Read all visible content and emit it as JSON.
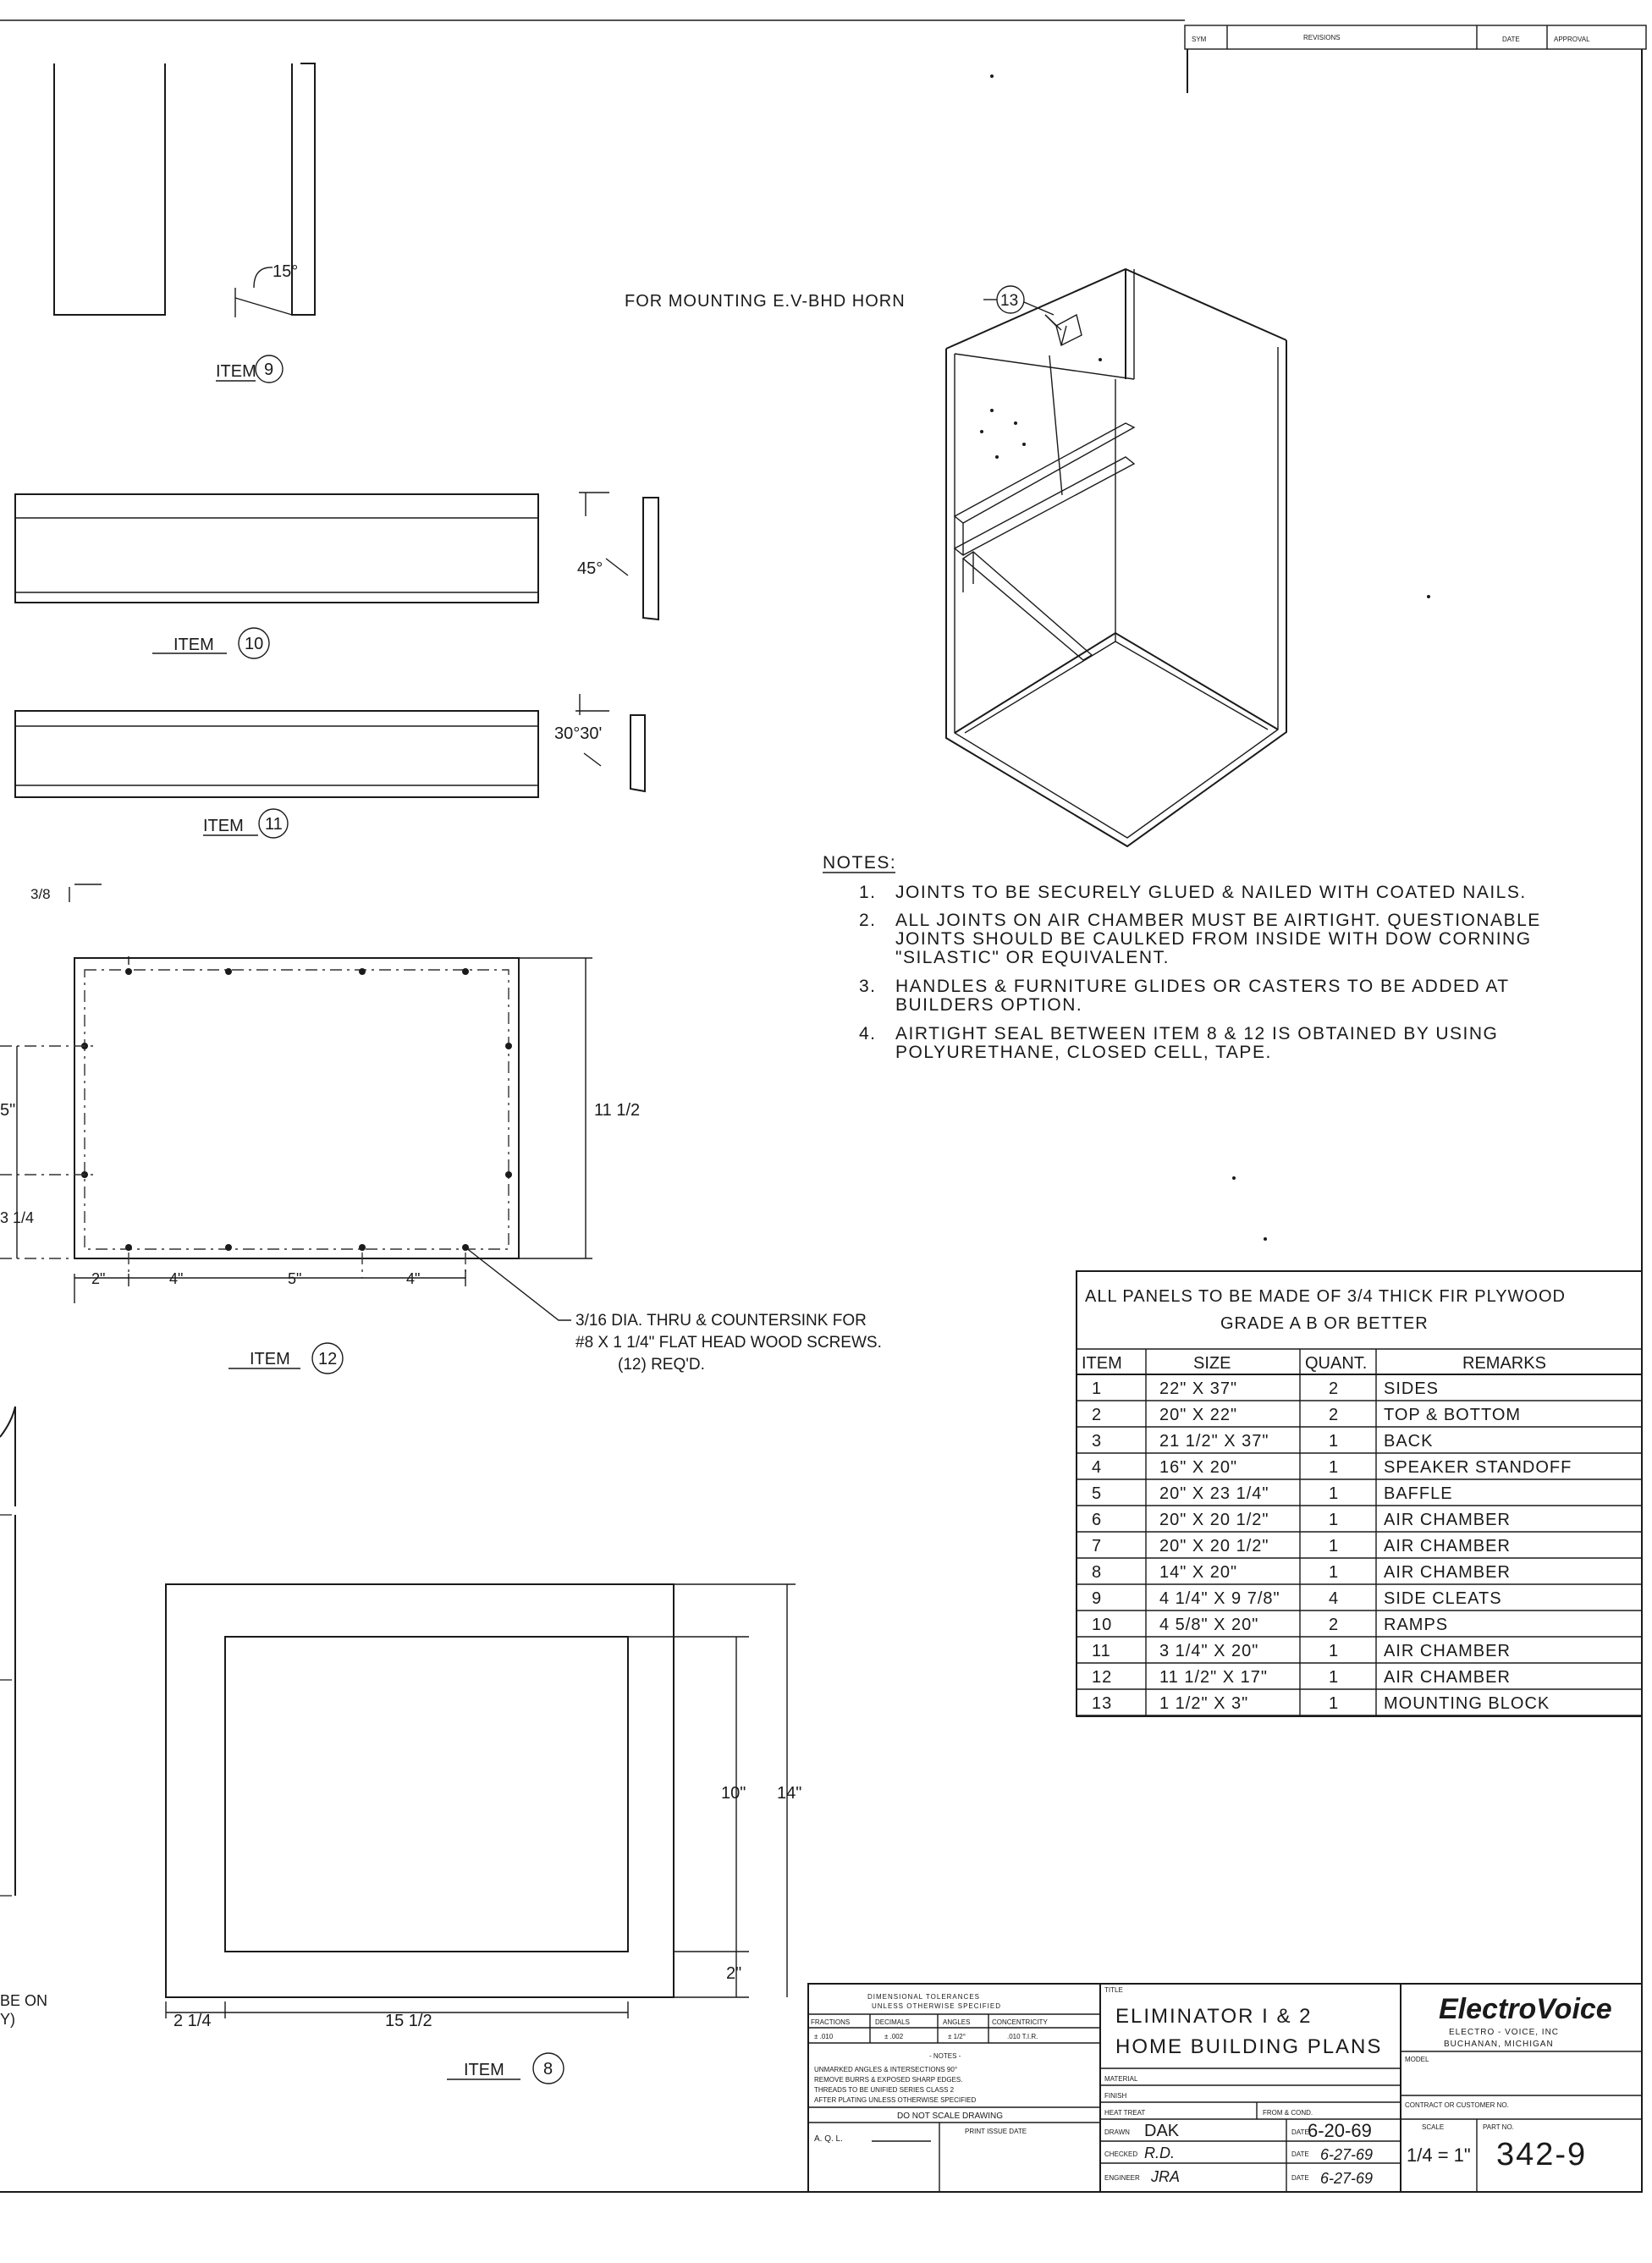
{
  "revisions_header": {
    "sym": "SYM",
    "revisions": "REVISIONS",
    "date": "DATE",
    "approval": "APPROVAL"
  },
  "items": {
    "item9": {
      "label": "ITEM",
      "num": "9",
      "angle": "15°"
    },
    "item10": {
      "label": "ITEM",
      "num": "10",
      "angle": "45°"
    },
    "item11": {
      "label": "ITEM",
      "num": "11",
      "angle": "30°30'"
    },
    "item12": {
      "label": "ITEM",
      "num": "12",
      "dims": {
        "top": "3/8",
        "left_upper": "5\"",
        "left_lower": "3 1/4",
        "right": "11 1/2",
        "b1": "2\"",
        "b2": "4\"",
        "b3": "5\"",
        "b4": "4\""
      },
      "callout_1": "3/16 DIA. THRU & COUNTERSINK FOR",
      "callout_2": "#8 X 1 1/4\" FLAT HEAD WOOD SCREWS.",
      "callout_3": "(12) REQ'D."
    },
    "item8": {
      "label": "ITEM",
      "num": "8",
      "dims": {
        "inner_h": "10\"",
        "outer_h": "14\"",
        "bottom": "2\"",
        "left": "2 1/4",
        "width": "15 1/2"
      }
    }
  },
  "left_edge_text": {
    "line1": "BE ON",
    "line2": "Y)"
  },
  "iso_callout": {
    "text": "FOR MOUNTING E.V-BHD HORN",
    "num": "13"
  },
  "notes": {
    "title": "NOTES:",
    "items": [
      {
        "n": "1.",
        "lines": [
          "JOINTS TO BE SECURELY GLUED & NAILED WITH COATED NAILS."
        ]
      },
      {
        "n": "2.",
        "lines": [
          "ALL JOINTS ON AIR CHAMBER MUST BE AIRTIGHT. QUESTIONABLE",
          "JOINTS SHOULD BE CAULKED FROM INSIDE WITH DOW CORNING",
          "\"SILASTIC\" OR EQUIVALENT."
        ]
      },
      {
        "n": "3.",
        "lines": [
          "HANDLES & FURNITURE GLIDES OR CASTERS TO BE ADDED AT",
          "BUILDERS OPTION."
        ]
      },
      {
        "n": "4.",
        "lines": [
          "AIRTIGHT SEAL BETWEEN ITEM 8 & 12 IS OBTAINED BY USING",
          "POLYURETHANE, CLOSED CELL, TAPE."
        ]
      }
    ]
  },
  "parts_table": {
    "title_1": "ALL PANELS TO BE MADE OF 3/4 THICK FIR PLYWOOD",
    "title_2": "GRADE A B OR BETTER",
    "headers": [
      "ITEM",
      "SIZE",
      "QUANT.",
      "REMARKS"
    ],
    "rows": [
      [
        "1",
        "22\" X 37\"",
        "2",
        "SIDES"
      ],
      [
        "2",
        "20\" X 22\"",
        "2",
        "TOP & BOTTOM"
      ],
      [
        "3",
        "21 1/2\" X 37\"",
        "1",
        "BACK"
      ],
      [
        "4",
        "16\" X 20\"",
        "1",
        "SPEAKER STANDOFF"
      ],
      [
        "5",
        "20\" X 23 1/4\"",
        "1",
        "BAFFLE"
      ],
      [
        "6",
        "20\" X 20 1/2\"",
        "1",
        "AIR CHAMBER"
      ],
      [
        "7",
        "20\" X 20 1/2\"",
        "1",
        "AIR CHAMBER"
      ],
      [
        "8",
        "14\" X 20\"",
        "1",
        "AIR CHAMBER"
      ],
      [
        "9",
        "4 1/4\" X 9 7/8\"",
        "4",
        "SIDE CLEATS"
      ],
      [
        "10",
        "4 5/8\" X 20\"",
        "2",
        "RAMPS"
      ],
      [
        "11",
        "3 1/4\" X 20\"",
        "1",
        "AIR CHAMBER"
      ],
      [
        "12",
        "11 1/2\" X 17\"",
        "1",
        "AIR CHAMBER"
      ],
      [
        "13",
        "1 1/2\" X 3\"",
        "1",
        "MOUNTING BLOCK"
      ]
    ]
  },
  "title_block": {
    "tolerances_title": "DIMENSIONAL TOLERANCES",
    "tolerances_sub": "UNLESS OTHERWISE SPECIFIED",
    "tol_headers": [
      "FRACTIONS",
      "DECIMALS",
      "ANGLES",
      "CONCENTRICITY"
    ],
    "tol_values": [
      "± .010",
      "± .002",
      "± 1/2°",
      ".010 T.I.R."
    ],
    "notes_title": "- NOTES -",
    "notes_lines": [
      "UNMARKED ANGLES & INTERSECTIONS 90°",
      "REMOVE BURRS & EXPOSED SHARP EDGES.",
      "THREADS TO BE UNIFIED SERIES CLASS 2",
      "AFTER PLATING UNLESS OTHERWISE SPECIFIED"
    ],
    "do_not_scale": "DO NOT SCALE DRAWING",
    "aql": "A. Q. L.",
    "print_issue": "PRINT ISSUE DATE",
    "title_label": "TITLE",
    "title_1": "ELIMINATOR I & 2",
    "title_2": "HOME BUILDING PLANS",
    "material": "MATERIAL",
    "finish": "FINISH",
    "heat_treat": "HEAT TREAT",
    "from_cond": "FROM & COND.",
    "drawn_label": "DRAWN",
    "drawn_by": "DAK",
    "checked_label": "CHECKED",
    "checked_by": "R.D.",
    "engineer_label": "ENGINEER",
    "engineer": "JRA",
    "date_label": "DATE",
    "date_drawn": "6-20-69",
    "date_checked": "6-27-69",
    "date_eng": "6-27-69",
    "company_logo": "ElectroVoice",
    "company_1": "ELECTRO - VOICE, INC",
    "company_2": "BUCHANAN, MICHIGAN",
    "model_label": "MODEL",
    "contract_label": "CONTRACT OR CUSTOMER NO.",
    "scale_label": "SCALE",
    "scale": "1/4 = 1\"",
    "partno_label": "PART NO.",
    "partno": "342-9"
  }
}
